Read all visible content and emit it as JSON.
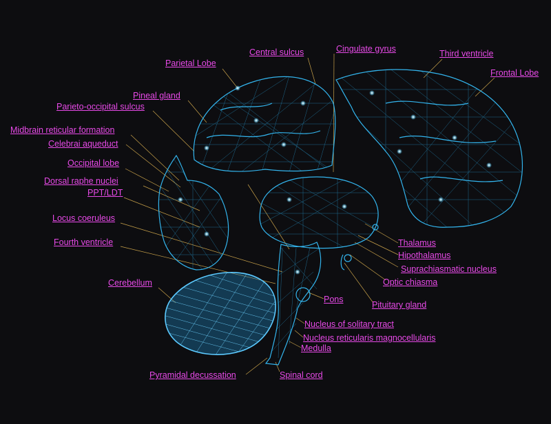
{
  "colors": {
    "background": "#0d0d10",
    "label": "#e84ae8",
    "structure": "#33b5ee",
    "leader_line": "#c9a24a"
  },
  "labels": {
    "parietal_lobe": "Parietal Lobe",
    "central_sulcus": "Central sulcus",
    "cingulate_gyrus": "Cingulate gyrus",
    "third_ventricle": "Third ventricle",
    "frontal_lobe": "Frontal Lobe",
    "pineal_gland": "Pineal gland",
    "parieto_occipital_sulcus": "Parieto-occipital sulcus",
    "midbrain_reticular_formation": "Midbrain reticular formation",
    "celebrai_aqueduct": "Celebrai aqueduct",
    "occipital_lobe": "Occipital lobe",
    "dorsal_raphe_nuclei": "Dorsal raphe nuclei",
    "ppt_ldt": "PPT/LDT",
    "locus_coeruleus": "Locus coeruleus",
    "fourth_ventricle": "Fourth ventricle",
    "cerebellum": "Cerebellum",
    "thalamus": "Thalamus",
    "hipothalamus": "Hipothalamus",
    "suprachiasmatic_nucleus": "Suprachiasmatic nucleus",
    "optic_chiasma": "Optic chiasma",
    "pons": "Pons",
    "pituitary_gland": "Pituitary gland",
    "nucleus_of_solitary_tract": "Nucleus of solitary tract",
    "nucleus_reticularis_magnocellularis": "Nucleus reticularis magnocellularis",
    "medulla": "Medulla",
    "pyramidal_decussation": "Pyramidal decussation",
    "spinal_cord": "Spinal cord"
  }
}
